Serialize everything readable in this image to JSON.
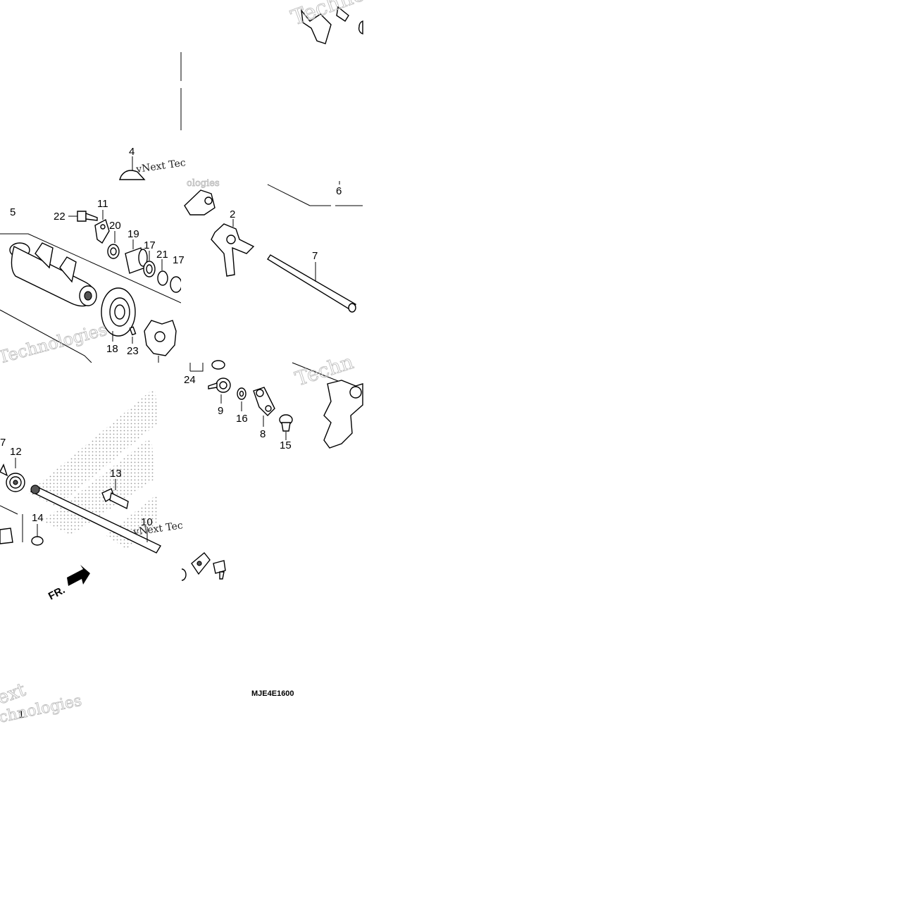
{
  "callouts": {
    "c1": "1",
    "c2": "2",
    "c4": "4",
    "c5": "5",
    "c6": "6",
    "c7": "7",
    "c8": "8",
    "c9": "9",
    "c10": "10",
    "c11": "11",
    "c12": "12",
    "c13": "13",
    "c14": "14",
    "c15": "15",
    "c16": "16",
    "c17a": "17",
    "c17b": "17",
    "c17c": "7",
    "c18": "18",
    "c19": "19",
    "c20": "20",
    "c21": "21",
    "c22": "22",
    "c23": "23",
    "c24": "24"
  },
  "front_marker": "FR.",
  "diagram_code": "MJE4E1600",
  "watermark": {
    "brand_a": "Techno",
    "brand_b": "vNext Tec",
    "brand_c": "ologies",
    "brand_d": "Technologies",
    "brand_e": "ext",
    "brand_f": "chnologies",
    "brand_g": "Techn"
  },
  "colors": {
    "line": "#000000",
    "watermark": "#bfbfbf",
    "background": "#ffffff",
    "dots": "#9a9a9a"
  }
}
